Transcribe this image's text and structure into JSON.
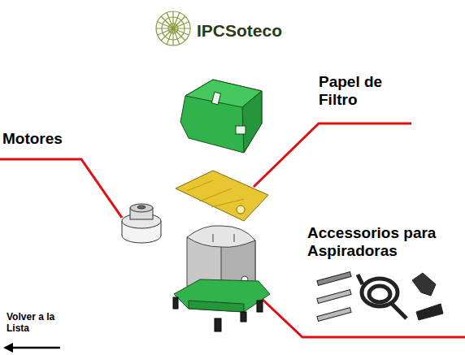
{
  "diagram": {
    "labels": [
      "IPCSoteco",
      "Papel de Filtro",
      "Motores",
      "Accessorios para Aspiradoras",
      "Volver a la Lista"
    ]
  }
}
